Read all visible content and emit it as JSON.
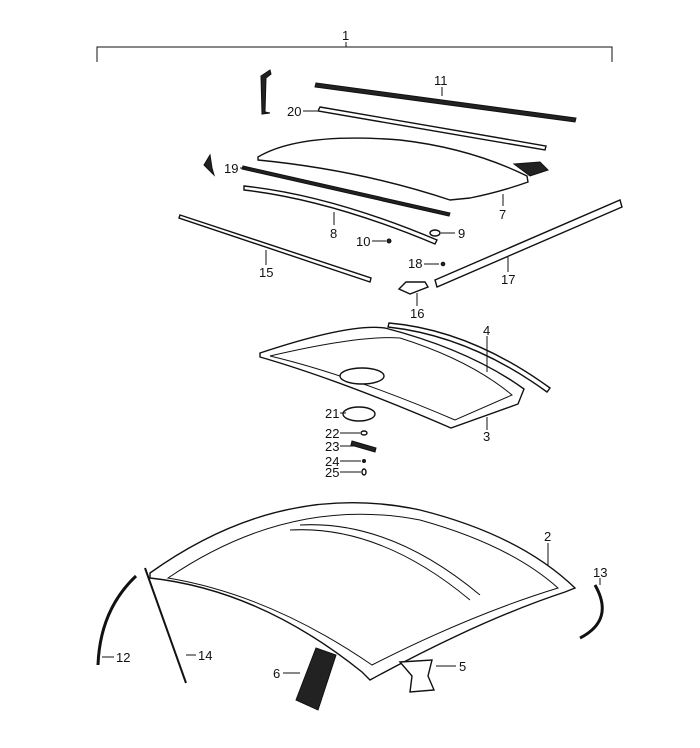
{
  "diagram": {
    "type": "exploded parts diagram",
    "callouts": [
      "1",
      "2",
      "3",
      "4",
      "5",
      "6",
      "7",
      "8",
      "9",
      "10",
      "11",
      "12",
      "13",
      "14",
      "15",
      "16",
      "17",
      "18",
      "19",
      "20",
      "21",
      "22",
      "23",
      "24",
      "25"
    ]
  }
}
